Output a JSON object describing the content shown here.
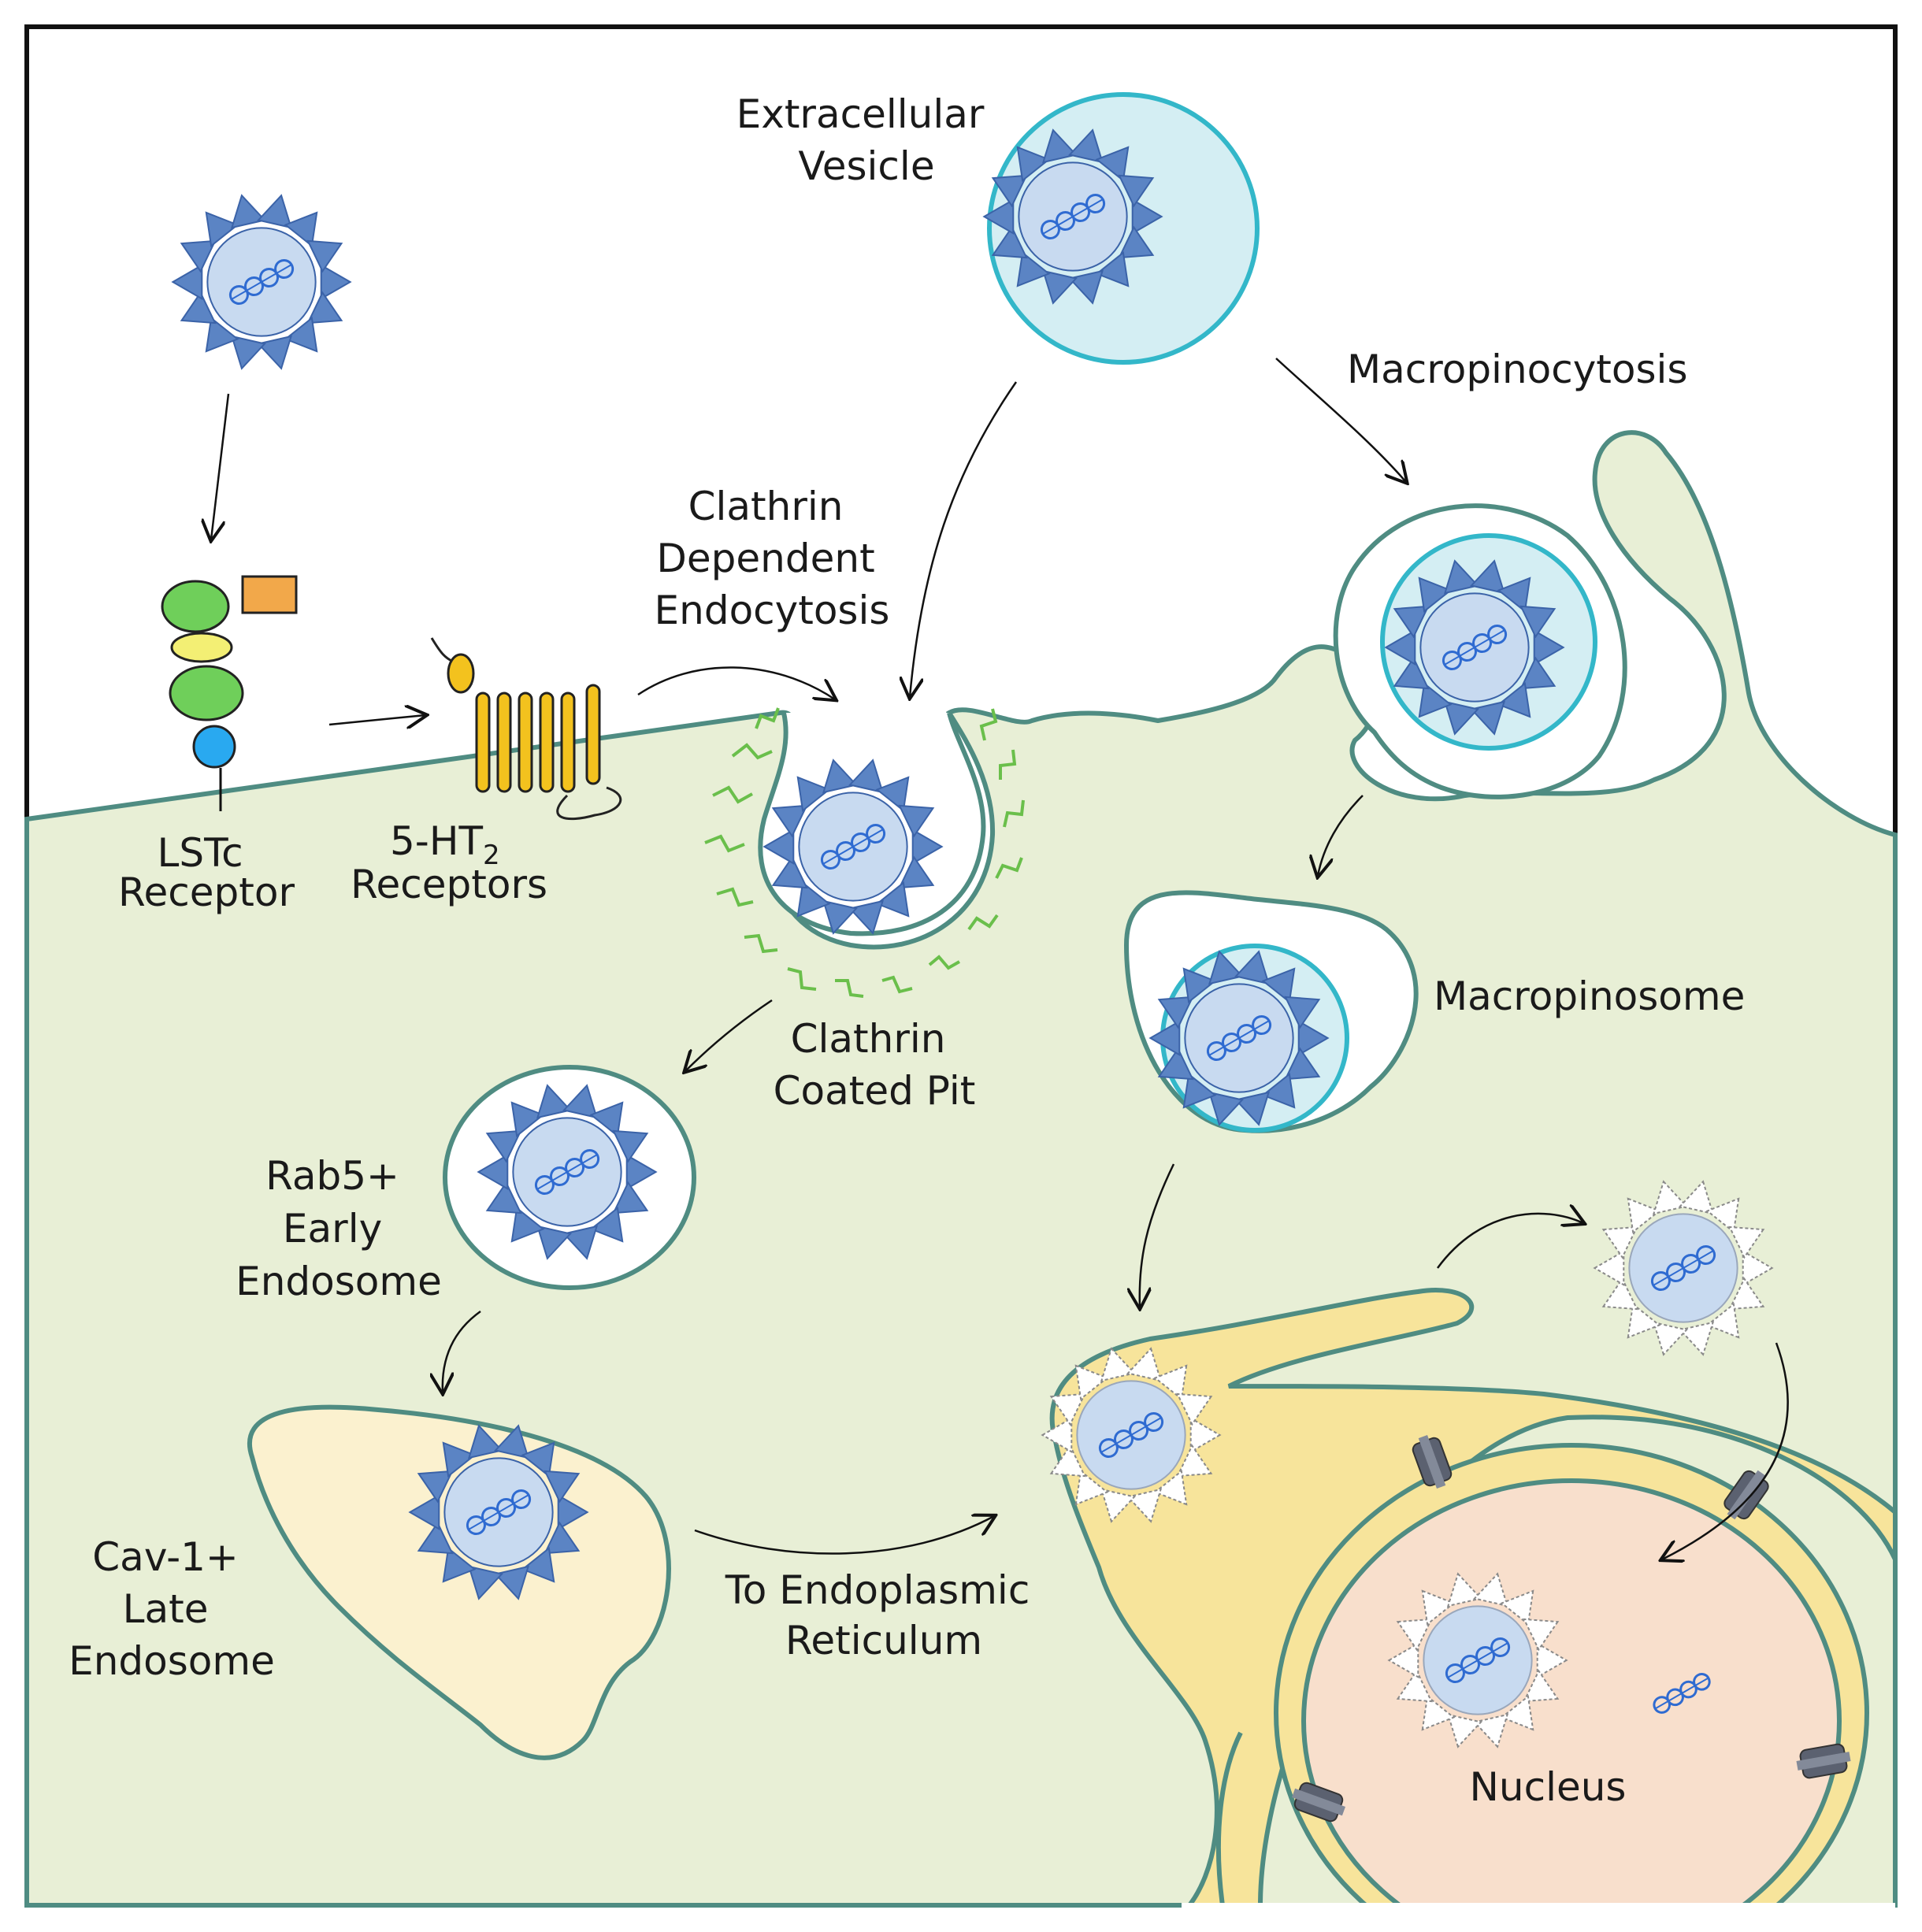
{
  "labels": {
    "extracellular_vesicle": [
      "Extracellular",
      "Vesicle"
    ],
    "macropinocytosis": "Macropinocytosis",
    "clathrin_dependent_endocytosis": [
      "Clathrin",
      "Dependent",
      "Endocytosis"
    ],
    "lstc_receptor": [
      "LSTc",
      "Receptor"
    ],
    "ht2_receptors": {
      "prefix": "5-HT",
      "subscript": "2",
      "line2": "Receptors"
    },
    "clathrin_coated_pit": [
      "Clathrin",
      "Coated Pit"
    ],
    "macropinosome": "Macropinosome",
    "rab5_early_endosome": [
      "Rab5+",
      "Early",
      "Endosome"
    ],
    "cav1_late_endosome": [
      "Cav-1+",
      "Late",
      "Endosome"
    ],
    "to_er": [
      "To Endoplasmic",
      "Reticulum"
    ],
    "nucleus": "Nucleus"
  },
  "colors": {
    "cytoplasm": "#e8efd6",
    "membrane": "#4f8c82",
    "vesicle_fill": "#d4eef3",
    "vesicle_ring": "#33b7c9",
    "capsid": "#5b84c4",
    "capsid_dark": "#3b63a8",
    "virus_core": "#c8daf0",
    "dna": "#2f6bd1",
    "er": "#f7e49b",
    "late_endosome": "#fbf1cf",
    "nucleus": "#f8dfcc",
    "clathrin": "#6abf4b",
    "receptor_green": "#6fcf5a",
    "receptor_yellow": "#f3ef74",
    "receptor_blue": "#29a9f0",
    "receptor_orange": "#f2a84a",
    "ht2_yellow": "#f3c21e",
    "pore": "#5b6170"
  }
}
